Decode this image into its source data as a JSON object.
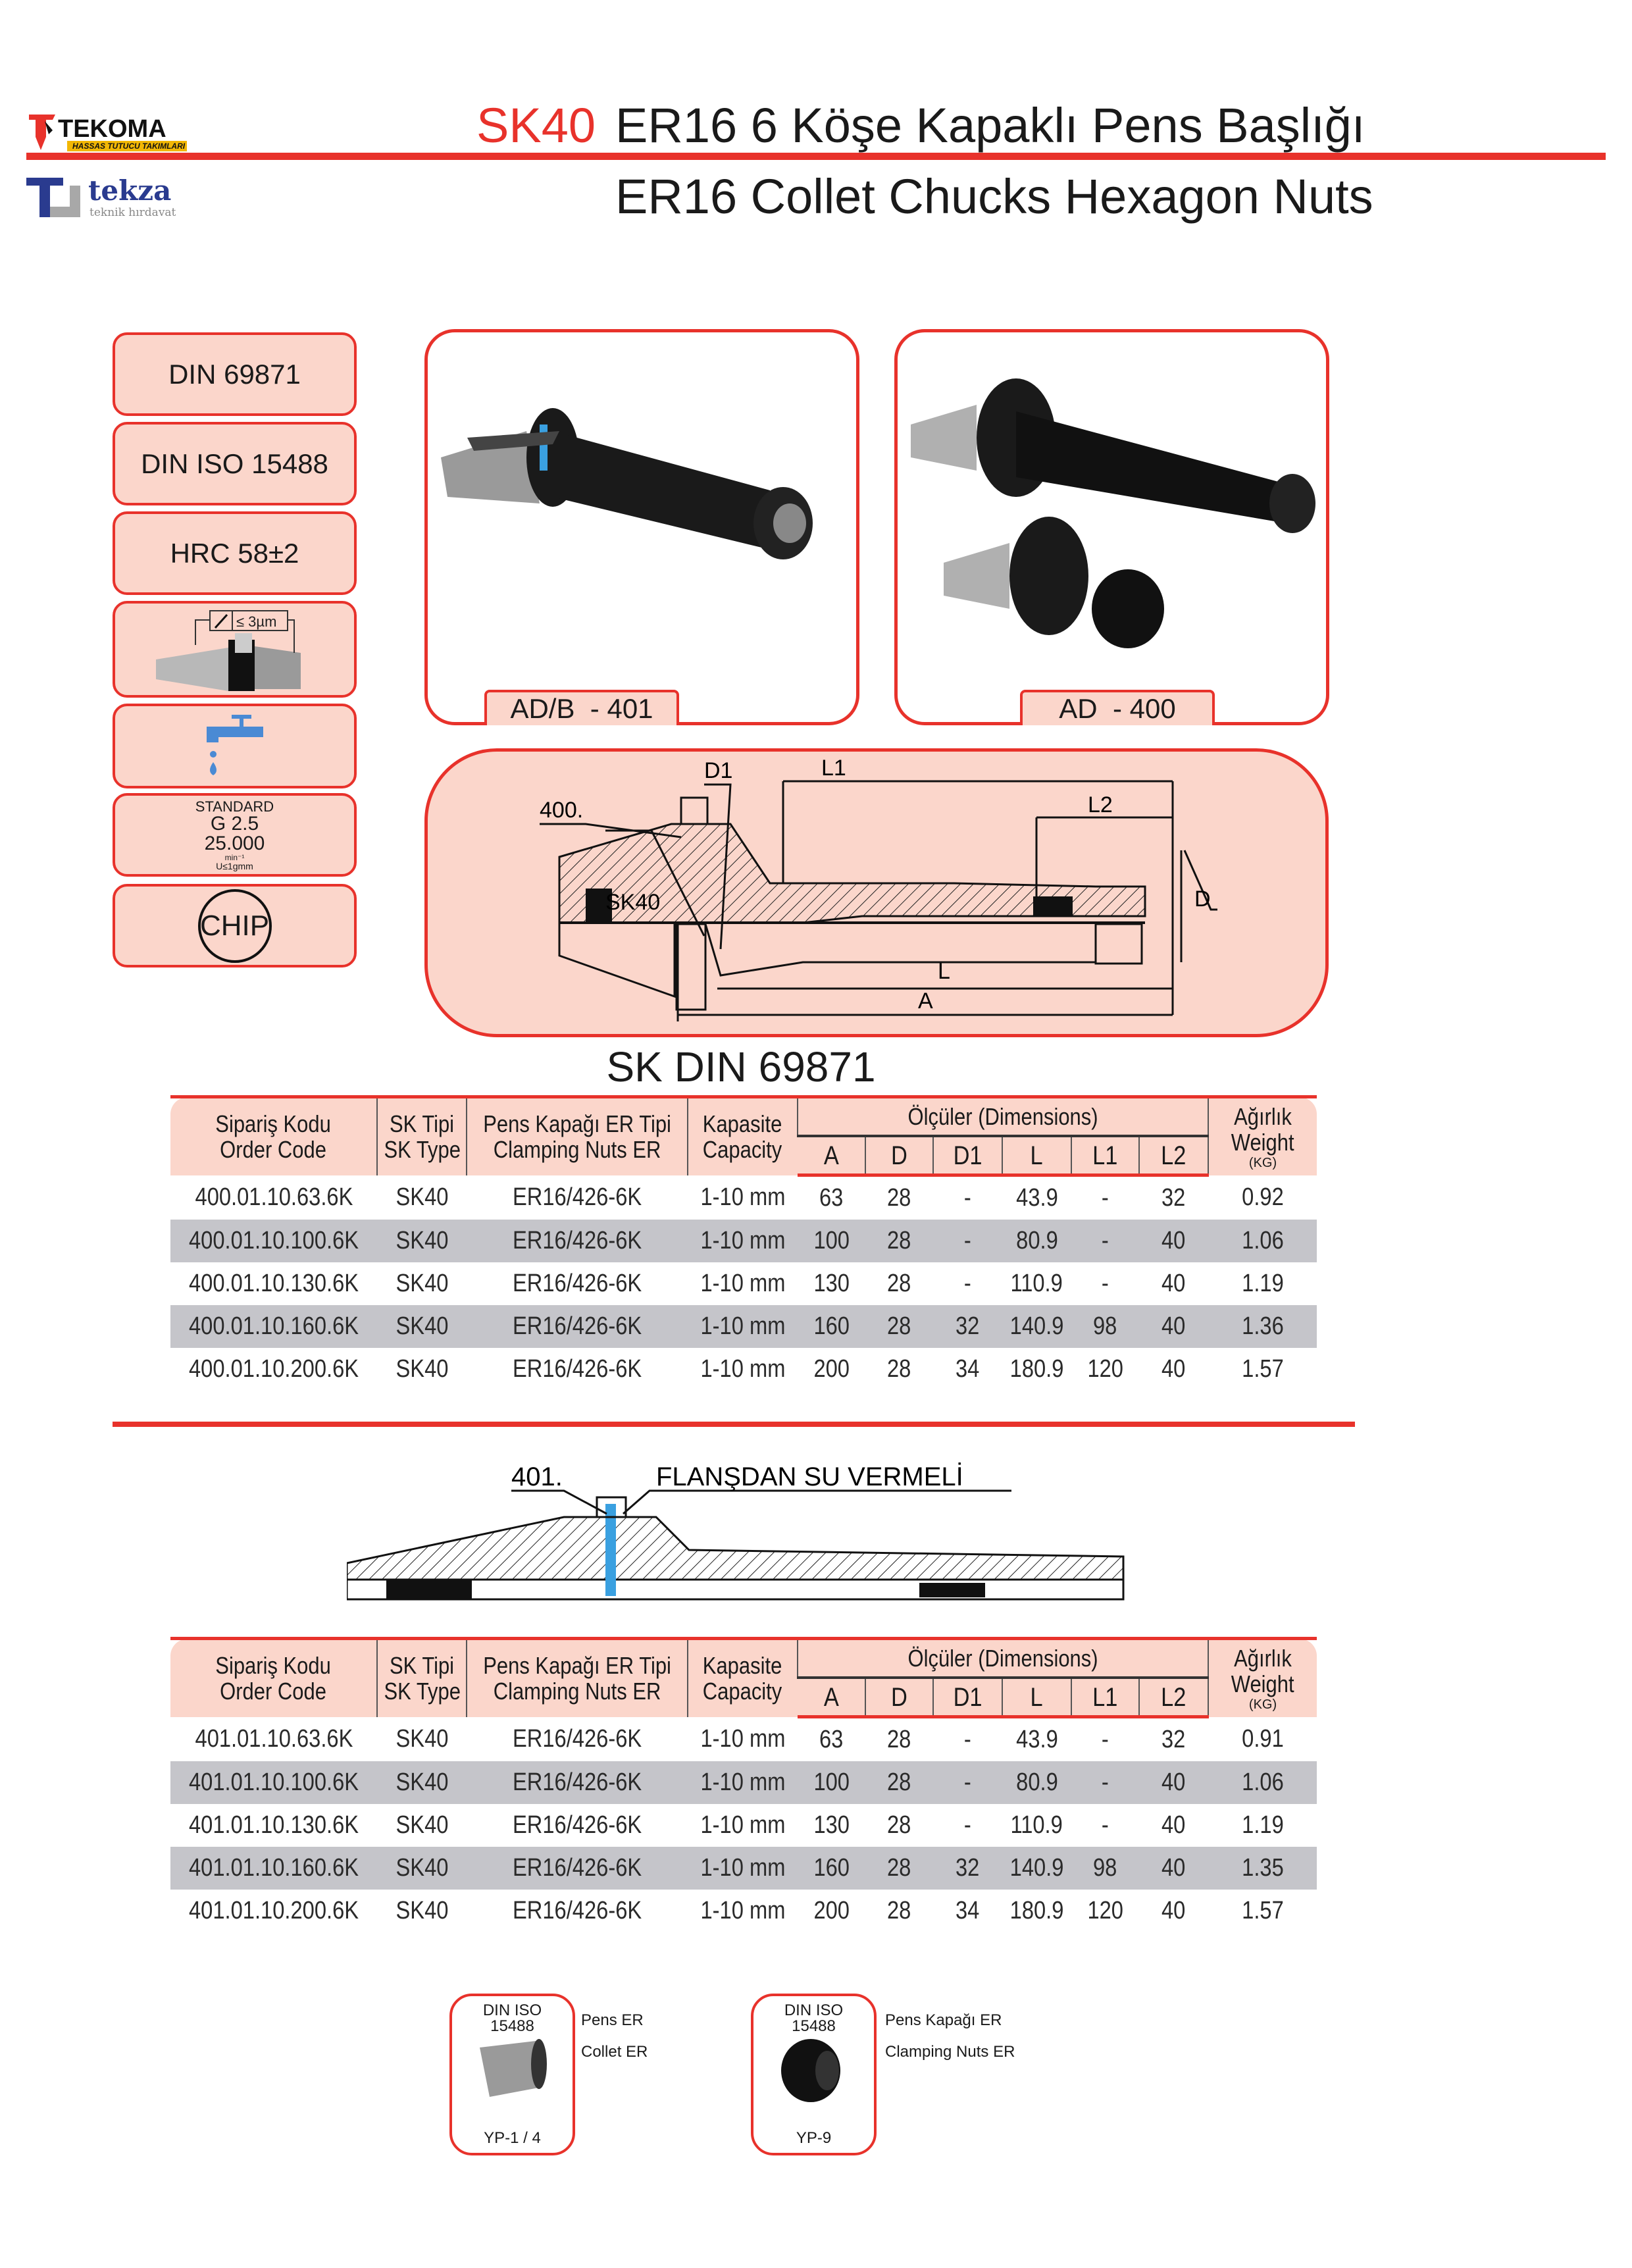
{
  "header": {
    "brand1": "TEKOMA",
    "brand1_tagline": "HASSAS TUTUCU TAKIMLARI",
    "brand2": "tekza",
    "brand2_tagline": "teknik hırdavat",
    "title_prefix": "SK40",
    "title_tr": "ER16 6 Köşe Kapaklı Pens Başlığı",
    "title_en": "ER16 Collet Chucks Hexagon Nuts",
    "accent_color": "#e8322b"
  },
  "badges": {
    "din": "DIN 69871",
    "iso": "DIN ISO 15488",
    "hrc": "HRC 58±2",
    "runout": "≤ 3µm",
    "coolant_icon": "water-tap-icon",
    "balance_standard": "STANDARD",
    "balance_grade": "G 2.5",
    "balance_rpm": "25.000",
    "balance_unit": "min⁻¹",
    "balance_u": "U≤1gmm",
    "chip": "CHIP"
  },
  "photos": {
    "left_label": "AD/B  - 401",
    "right_label": "AD  - 400"
  },
  "diagram400": {
    "code": "400.",
    "d1": "D1",
    "l1": "L1",
    "l2": "L2",
    "d": "D",
    "l": "L",
    "a": "A",
    "sk": "SK40"
  },
  "section_title": "SK DIN 69871",
  "table_headers": {
    "order_tr": "Sipariş Kodu",
    "order_en": "Order Code",
    "sk_tr": "SK Tipi",
    "sk_en": "SK Type",
    "nut_tr": "Pens Kapağı ER Tipi",
    "nut_en": "Clamping Nuts ER",
    "cap_tr": "Kapasite",
    "cap_en": "Capacity",
    "dims": "Ölçüler (Dimensions)",
    "a": "A",
    "d": "D",
    "d1": "D1",
    "l": "L",
    "l1": "L1",
    "l2": "L2",
    "w_tr": "Ağırlık",
    "w_en": "Weight",
    "w_unit": "(KG)"
  },
  "table400": [
    [
      "400.01.10.63.6K",
      "SK40",
      "ER16/426-6K",
      "1-10 mm",
      "63",
      "28",
      "-",
      "43.9",
      "-",
      "32",
      "0.92"
    ],
    [
      "400.01.10.100.6K",
      "SK40",
      "ER16/426-6K",
      "1-10 mm",
      "100",
      "28",
      "-",
      "80.9",
      "-",
      "40",
      "1.06"
    ],
    [
      "400.01.10.130.6K",
      "SK40",
      "ER16/426-6K",
      "1-10 mm",
      "130",
      "28",
      "-",
      "110.9",
      "-",
      "40",
      "1.19"
    ],
    [
      "400.01.10.160.6K",
      "SK40",
      "ER16/426-6K",
      "1-10 mm",
      "160",
      "28",
      "32",
      "140.9",
      "98",
      "40",
      "1.36"
    ],
    [
      "400.01.10.200.6K",
      "SK40",
      "ER16/426-6K",
      "1-10 mm",
      "200",
      "28",
      "34",
      "180.9",
      "120",
      "40",
      "1.57"
    ]
  ],
  "diagram401": {
    "code": "401.",
    "note": "FLANŞDAN SU VERMELİ"
  },
  "table401": [
    [
      "401.01.10.63.6K",
      "SK40",
      "ER16/426-6K",
      "1-10 mm",
      "63",
      "28",
      "-",
      "43.9",
      "-",
      "32",
      "0.91"
    ],
    [
      "401.01.10.100.6K",
      "SK40",
      "ER16/426-6K",
      "1-10 mm",
      "100",
      "28",
      "-",
      "80.9",
      "-",
      "40",
      "1.06"
    ],
    [
      "401.01.10.130.6K",
      "SK40",
      "ER16/426-6K",
      "1-10 mm",
      "130",
      "28",
      "-",
      "110.9",
      "-",
      "40",
      "1.19"
    ],
    [
      "401.01.10.160.6K",
      "SK40",
      "ER16/426-6K",
      "1-10 mm",
      "160",
      "28",
      "32",
      "140.9",
      "98",
      "40",
      "1.35"
    ],
    [
      "401.01.10.200.6K",
      "SK40",
      "ER16/426-6K",
      "1-10 mm",
      "200",
      "28",
      "34",
      "180.9",
      "120",
      "40",
      "1.57"
    ]
  ],
  "accessories": [
    {
      "standard_1": "DIN ISO",
      "standard_2": "15488",
      "code": "YP-1 / 4",
      "label_tr": "Pens ER",
      "label_en": "Collet ER"
    },
    {
      "standard_1": "DIN ISO",
      "standard_2": "15488",
      "code": "YP-9",
      "label_tr": "Pens Kapağı ER",
      "label_en": "Clamping Nuts  ER"
    }
  ]
}
